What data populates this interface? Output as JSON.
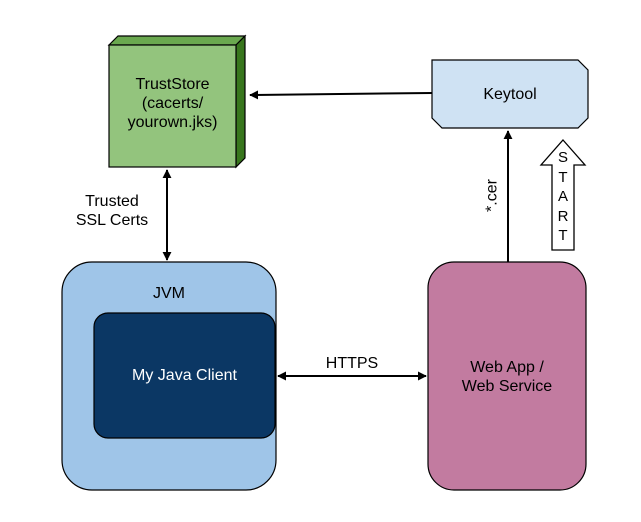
{
  "nodes": {
    "truststore": {
      "lines": [
        "TrustStore",
        "(cacerts/",
        "yourown.jks)"
      ],
      "fill": "#93c47d"
    },
    "keytool": {
      "label": "Keytool",
      "fill": "#cfe2f3"
    },
    "jvm": {
      "label": "JVM",
      "fill": "#9fc5e8"
    },
    "java_client": {
      "label": "My Java Client",
      "fill": "#0b3764"
    },
    "webapp": {
      "lines": [
        "Web App /",
        "Web Service"
      ],
      "fill": "#c27ba0"
    }
  },
  "edges": {
    "trusted_certs": [
      "Trusted",
      "SSL Certs"
    ],
    "https": "HTTPS",
    "cer": "*.cer"
  },
  "start_arrow": {
    "letters": [
      "S",
      "T",
      "A",
      "R",
      "T"
    ]
  }
}
